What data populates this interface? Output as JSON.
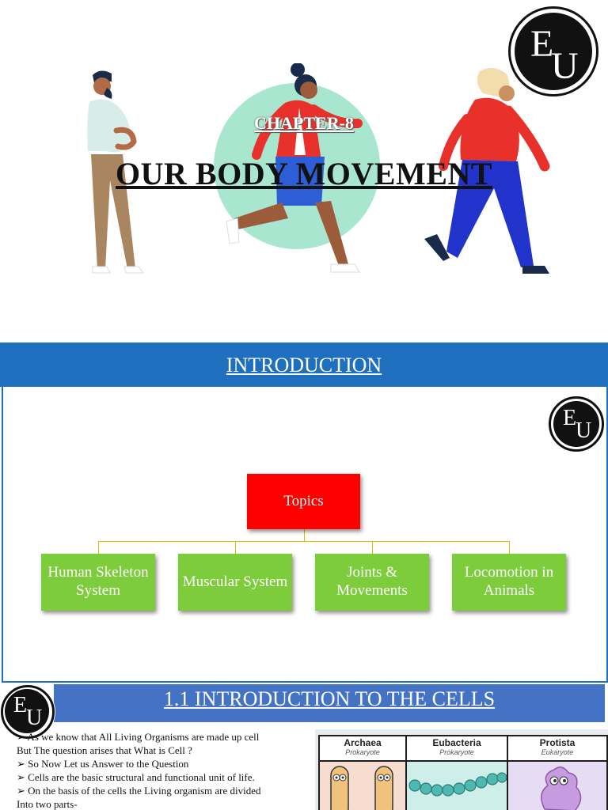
{
  "slide1": {
    "chapter": "CHAPTER-8",
    "title": "OUR BODY MOVEMENT",
    "logo": {
      "letter_top": "E",
      "letter_bottom": "U"
    },
    "colors": {
      "circle": "#a8e6cf",
      "jacket": "#e8312a",
      "pants": "#2233cc"
    }
  },
  "slide2": {
    "title": "INTRODUCTION ",
    "logo": {
      "letter_top": "E",
      "letter_bottom": "U"
    },
    "root": "Topics",
    "children": [
      "Human Skeleton System",
      "Muscular System",
      "Joints & Movements",
      "Locomotion in Animals"
    ],
    "colors": {
      "header": "#1f6fbf",
      "root": "#ff0000",
      "child": "#7dcc3c",
      "connector": "#e8b800"
    }
  },
  "slide3": {
    "title": "1.1 INTRODUCTION TO THE CELLS",
    "logo": {
      "letter_top": "E",
      "letter_bottom": "U"
    },
    "lines": [
      "➢ As we know that All Living Organisms are made up cell",
      "But The question arises that What is Cell ?",
      "➢  So Now Let us Answer to the Question",
      "➢  Cells are the basic structural and functional unit of life.",
      "➢  On the basis of the cells the Living organism are divided",
      "Into two parts-"
    ],
    "diagram": {
      "columns": [
        {
          "name": "Archaea",
          "sub": "Prokaryote"
        },
        {
          "name": "Eubacteria",
          "sub": "Prokaryote"
        },
        {
          "name": "Protista",
          "sub": "Eukaryote"
        }
      ]
    },
    "colors": {
      "header": "#4472c4"
    }
  }
}
